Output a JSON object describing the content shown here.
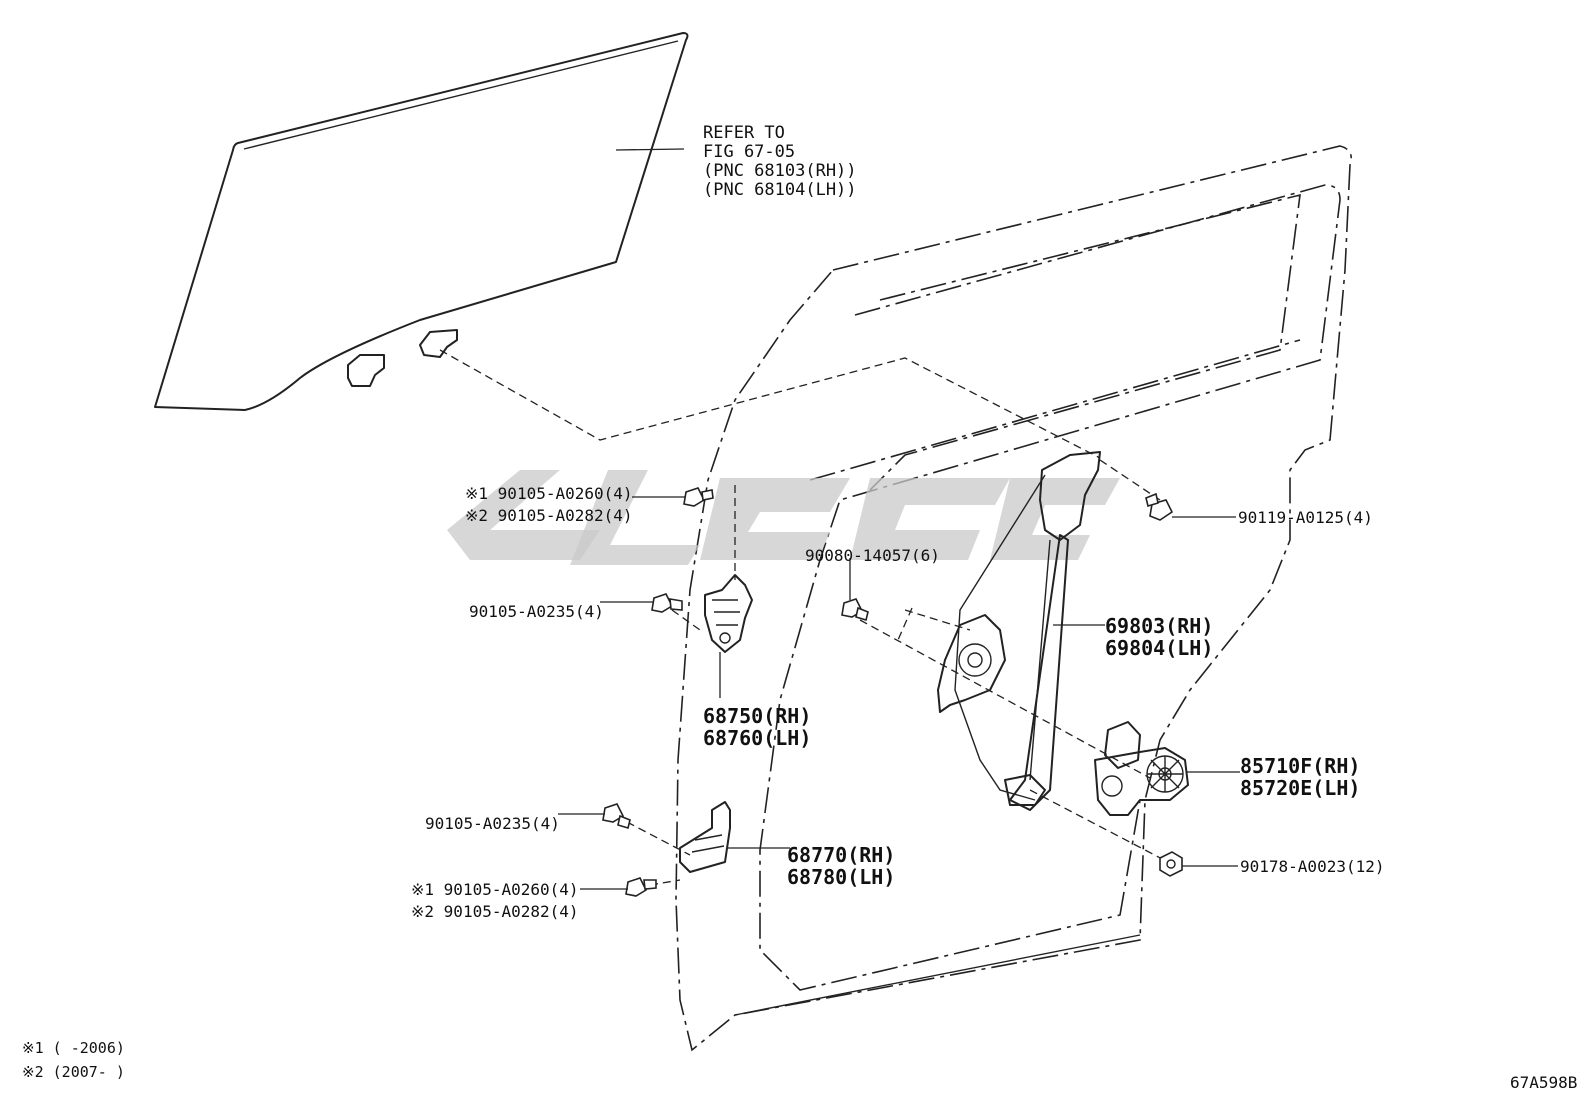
{
  "diagram_code": "67A598B",
  "glass_reference": {
    "line1": "REFER TO",
    "line2": "FIG 67-05",
    "line3": "(PNC 68103(RH))",
    "line4": "(PNC 68104(LH))"
  },
  "parts": {
    "bolt_upper_hinge_top": {
      "line1": "※1 90105-A0260(4)",
      "line2": "※2 90105-A0282(4)"
    },
    "bolt_upper_hinge": {
      "label": "90105-A0235(4)"
    },
    "upper_hinge": {
      "rh": "68750(RH)",
      "lh": "68760(LH)"
    },
    "bolt_lower_hinge": {
      "label": "90105-A0235(4)"
    },
    "bolt_lower_hinge_bottom": {
      "line1": "※1 90105-A0260(4)",
      "line2": "※2 90105-A0282(4)"
    },
    "lower_hinge": {
      "rh": "68770(RH)",
      "lh": "68780(LH)"
    },
    "regulator_bolt": {
      "label": "90080-14057(6)"
    },
    "regulator": {
      "rh": "69803(RH)",
      "lh": "69804(LH)"
    },
    "motor": {
      "rh": "85710F(RH)",
      "lh": "85720E(LH)"
    },
    "glass_bolt": {
      "label": "90119-A0125(4)"
    },
    "nut": {
      "label": "90178-A0023(12)"
    }
  },
  "notes": {
    "note1": "※1 (      -2006)",
    "note2": "※2 (2007-      )"
  },
  "icons": {
    "watermark": "watermark-logo-icon",
    "bolt": "bolt-icon",
    "nut": "nut-icon"
  }
}
